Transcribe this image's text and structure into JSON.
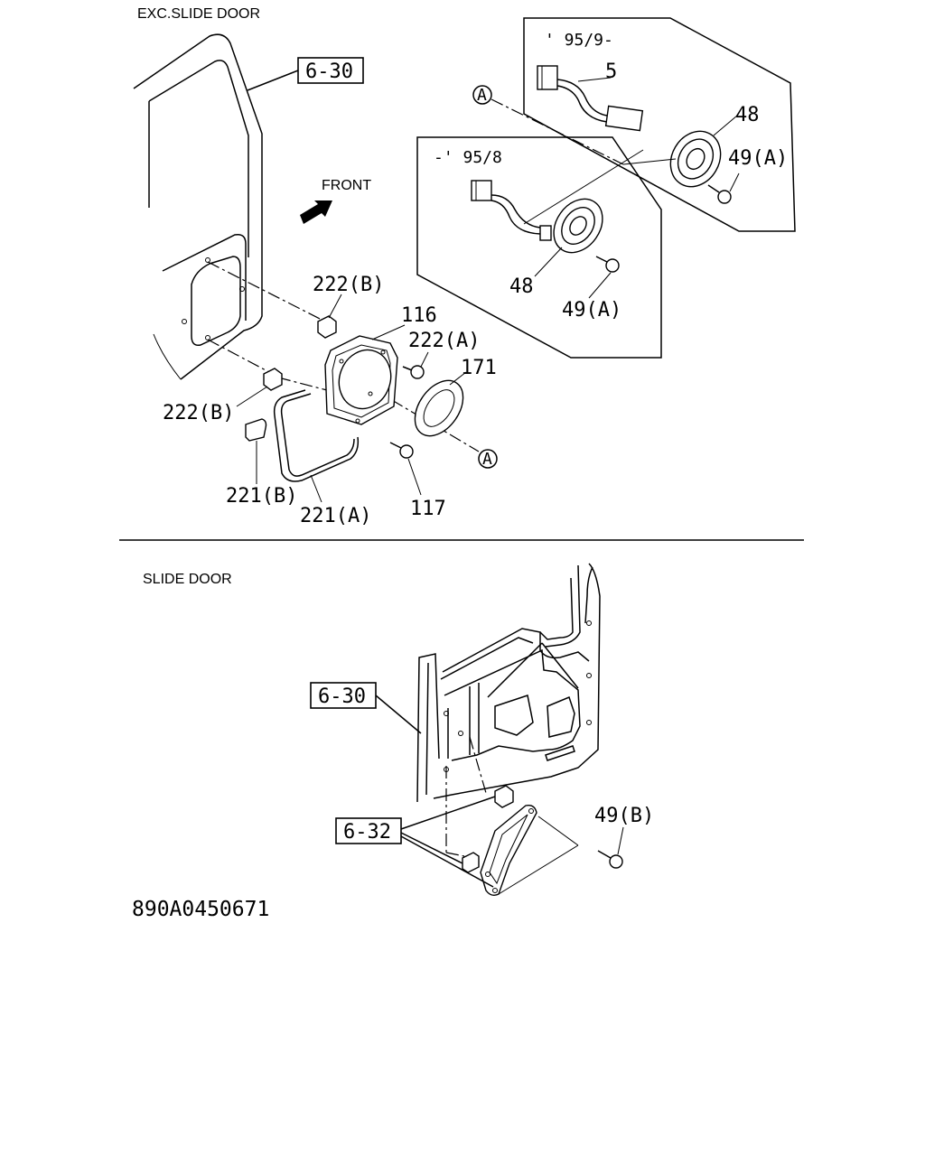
{
  "sections": {
    "top_header": "EXC.SLIDE DOOR",
    "bottom_header": "SLIDE DOOR"
  },
  "callouts": {
    "ref_6_30_top": "6-30",
    "ref_6_30_bottom": "6-30",
    "ref_6_32": "6-32",
    "front_label": "FRONT",
    "period_after": "' 95/9-",
    "period_before": "-' 95/8",
    "p5": "5",
    "p48_top": "48",
    "p49a_top": "49(A)",
    "p48_mid": "48",
    "p49a_mid": "49(A)",
    "p222b_top": "222(B)",
    "p116": "116",
    "p222a": "222(A)",
    "p171": "171",
    "p222b_left": "222(B)",
    "p221b": "221(B)",
    "p221a": "221(A)",
    "p117": "117",
    "p49b": "49(B)",
    "circle_a_top": "A",
    "circle_a_bottom": "A"
  },
  "diagram_code": "890A0450671"
}
